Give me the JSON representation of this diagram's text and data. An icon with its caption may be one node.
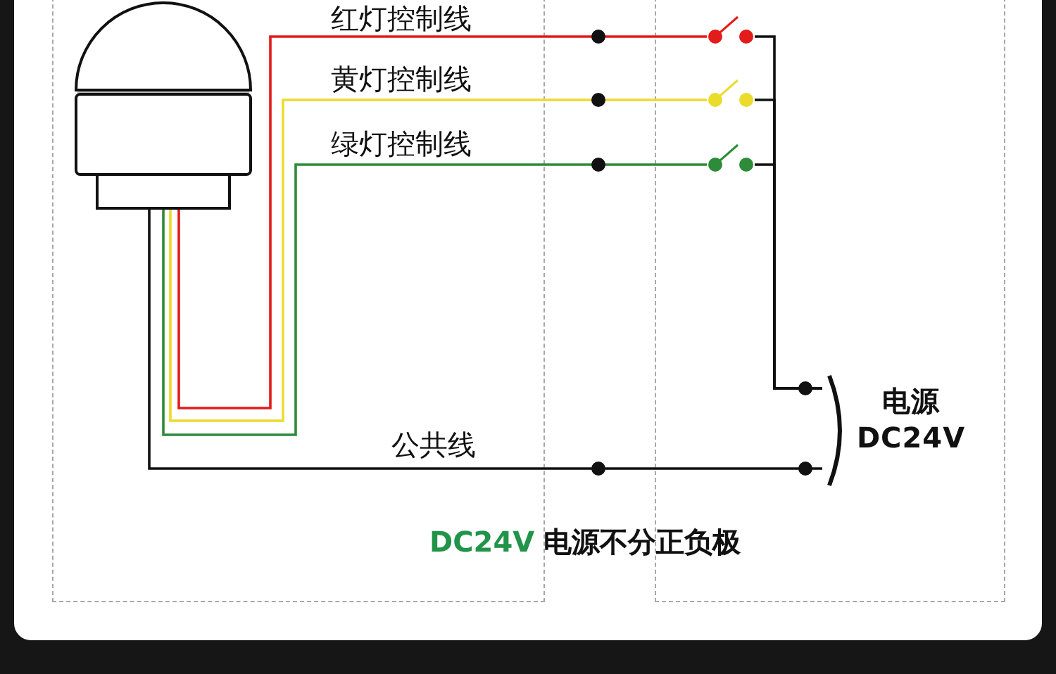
{
  "diagram": {
    "nodes": [
      {
        "text": [],
        "shape": "picture"
      },
      {
        "text": [],
        "shape": "switch"
      },
      {
        "text": [],
        "shape": "switch"
      },
      {
        "text": [],
        "shape": "switch"
      },
      {
        "text": [
          "电源 DC24V"
        ]
      }
    ],
    "edges": [
      {
        "from": 0,
        "to": 1,
        "arrow": "none",
        "label": "红灯控制线",
        "color": "#e31b1b"
      },
      {
        "from": 0,
        "to": 2,
        "arrow": "none",
        "label": "黄灯控制线",
        "color": "#ebdc2c"
      },
      {
        "from": 0,
        "to": 3,
        "arrow": "none",
        "label": "绿灯控制线",
        "color": "#2e8b3a"
      },
      {
        "from": 1,
        "to": 4,
        "arrow": "none"
      },
      {
        "from": 2,
        "to": 4,
        "arrow": "none"
      },
      {
        "from": 3,
        "to": 4,
        "arrow": "none"
      },
      {
        "from": 0,
        "to": 4,
        "arrow": "none",
        "label": "公共线"
      }
    ],
    "labels": [
      "DC24V",
      "电源不分正负极"
    ]
  }
}
